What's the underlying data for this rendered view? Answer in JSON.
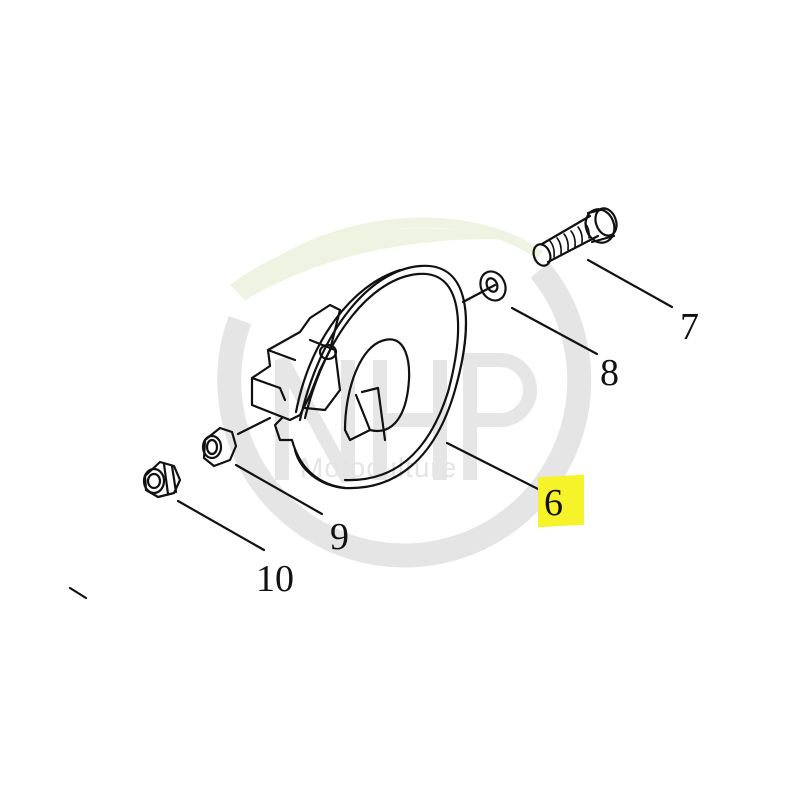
{
  "diagram": {
    "type": "exploded-parts-diagram",
    "watermark": {
      "brand": "NHP",
      "subtitle": "Motoculture",
      "ring_color": "#e3e3e3",
      "leaf_color": "#eef3e2"
    },
    "highlight_color": "#f6f32a",
    "parts": [
      {
        "number": "6",
        "name": "housing-cover",
        "highlighted": true
      },
      {
        "number": "7",
        "name": "screw",
        "highlighted": false
      },
      {
        "number": "8",
        "name": "washer",
        "highlighted": false
      },
      {
        "number": "9",
        "name": "spacer",
        "highlighted": false
      },
      {
        "number": "10",
        "name": "nut",
        "highlighted": false
      }
    ]
  }
}
